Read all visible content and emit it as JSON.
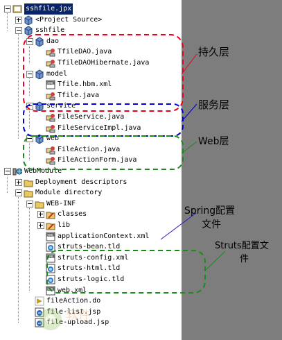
{
  "tree": [
    {
      "id": "root",
      "label": "sshfile.jpx",
      "selected": true,
      "depth": 0,
      "toggle": "minus",
      "icon": "project-icon"
    },
    {
      "id": "project-source",
      "label": "<Project Source>",
      "depth": 1,
      "toggle": "plus",
      "icon": "package-icon"
    },
    {
      "id": "sshfile",
      "label": "sshfile",
      "depth": 1,
      "toggle": "minus",
      "icon": "package-icon"
    },
    {
      "id": "dao",
      "label": "dao",
      "depth": 2,
      "toggle": "minus",
      "icon": "package-icon"
    },
    {
      "id": "tfiledao",
      "label": "TfileDAO.java",
      "depth": 3,
      "icon": "java-class-icon"
    },
    {
      "id": "tfiledaohib",
      "label": "TfileDAOHibernate.java",
      "depth": 3,
      "icon": "java-class-icon"
    },
    {
      "id": "model",
      "label": "model",
      "depth": 2,
      "toggle": "minus",
      "icon": "package-icon"
    },
    {
      "id": "tfilehbm",
      "label": "Tfile.hbm.xml",
      "depth": 3,
      "icon": "xml-file-icon"
    },
    {
      "id": "tfilejava",
      "label": "Tfile.java",
      "depth": 3,
      "icon": "java-class-icon"
    },
    {
      "id": "service",
      "label": "service",
      "depth": 2,
      "toggle": "minus",
      "icon": "package-icon"
    },
    {
      "id": "fileservice",
      "label": "FileService.java",
      "depth": 3,
      "icon": "java-class-icon"
    },
    {
      "id": "fileserviceimpl",
      "label": "FileServiceImpl.java",
      "depth": 3,
      "icon": "java-class-icon"
    },
    {
      "id": "web",
      "label": "web",
      "depth": 2,
      "toggle": "minus",
      "icon": "package-icon"
    },
    {
      "id": "fileaction",
      "label": "FileAction.java",
      "depth": 3,
      "icon": "java-class-icon"
    },
    {
      "id": "fileactionform",
      "label": "FileActionForm.java",
      "depth": 3,
      "icon": "java-class-icon"
    },
    {
      "id": "webmodule",
      "label": "WebModule",
      "depth": 0,
      "toggle": "minus",
      "icon": "web-module-icon"
    },
    {
      "id": "deploy",
      "label": "Deployment descriptors",
      "depth": 1,
      "toggle": "plus",
      "icon": "folder-icon"
    },
    {
      "id": "moduledir",
      "label": "Module directory",
      "depth": 1,
      "toggle": "minus",
      "icon": "folder-icon"
    },
    {
      "id": "webinf",
      "label": "WEB-INF",
      "depth": 2,
      "toggle": "minus",
      "icon": "folder-icon"
    },
    {
      "id": "classes",
      "label": "classes",
      "depth": 3,
      "toggle": "plus",
      "icon": "folder-tools-icon"
    },
    {
      "id": "lib",
      "label": "lib",
      "depth": 3,
      "toggle": "plus",
      "icon": "folder-tools-icon"
    },
    {
      "id": "appctx",
      "label": "applicationContext.xml",
      "depth": 3,
      "icon": "xml-file-icon"
    },
    {
      "id": "strutsbean",
      "label": "struts-bean.tld",
      "depth": 3,
      "icon": "tld-file-icon"
    },
    {
      "id": "strutsconfig",
      "label": "struts-config.xml",
      "depth": 3,
      "icon": "xml-file-icon"
    },
    {
      "id": "strutshtml",
      "label": "struts-html.tld",
      "depth": 3,
      "icon": "tld-file-icon"
    },
    {
      "id": "strutslogic",
      "label": "struts-logic.tld",
      "depth": 3,
      "icon": "tld-file-icon"
    },
    {
      "id": "webxml",
      "label": "web.xml",
      "depth": 3,
      "icon": "xml-file-icon"
    },
    {
      "id": "fileactiondo",
      "label": "fileAction.do",
      "depth": 2,
      "icon": "action-icon"
    },
    {
      "id": "filelist",
      "label": "file-list.jsp",
      "depth": 2,
      "icon": "jsp-file-icon"
    },
    {
      "id": "fileupload",
      "label": "file-upload.jsp",
      "depth": 2,
      "icon": "jsp-file-icon"
    }
  ],
  "annotations": {
    "persistence": "持久层",
    "service": "服务层",
    "web": "Web层",
    "spring_line1": "Spring配置",
    "spring_line2": "文件",
    "struts_line1": "Struts配置文",
    "struts_line2": "件"
  },
  "colors": {
    "persistence_box": "#e8001c",
    "service_box": "#0000c8",
    "web_box": "#1a8a1a",
    "struts_box": "#1a8a1a",
    "spring_line": "#2020c0",
    "selection": "#0a246a",
    "right_panel": "#7d7d7d"
  },
  "watermark": "软件"
}
